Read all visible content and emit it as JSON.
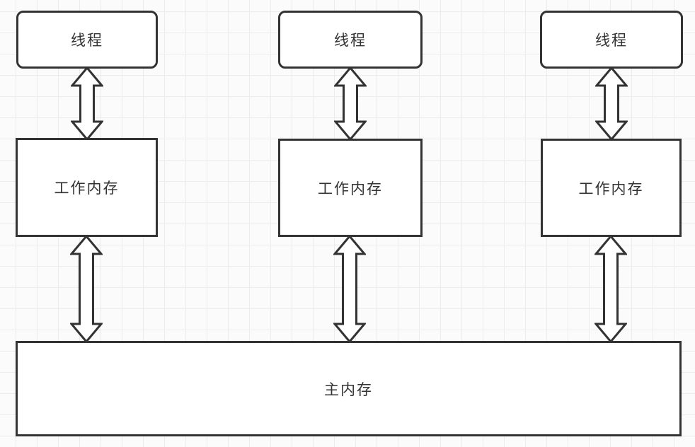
{
  "canvas": {
    "background_color": "#fbfbfb",
    "grid_color": "#ececec",
    "stroke_color": "#333333",
    "fill_color": "#ffffff",
    "text_color": "#333333"
  },
  "diagram": {
    "type": "memory-model-diagram",
    "columns": [
      {
        "thread_label": "线程",
        "memory_label": "工作内存"
      },
      {
        "thread_label": "线程",
        "memory_label": "工作内存"
      },
      {
        "thread_label": "线程",
        "memory_label": "工作内存"
      }
    ],
    "main_memory": {
      "label": "主内存"
    },
    "connectors": {
      "style": "double-headed-hollow-arrow",
      "count": 6,
      "direction": "vertical-bidirectional"
    }
  }
}
